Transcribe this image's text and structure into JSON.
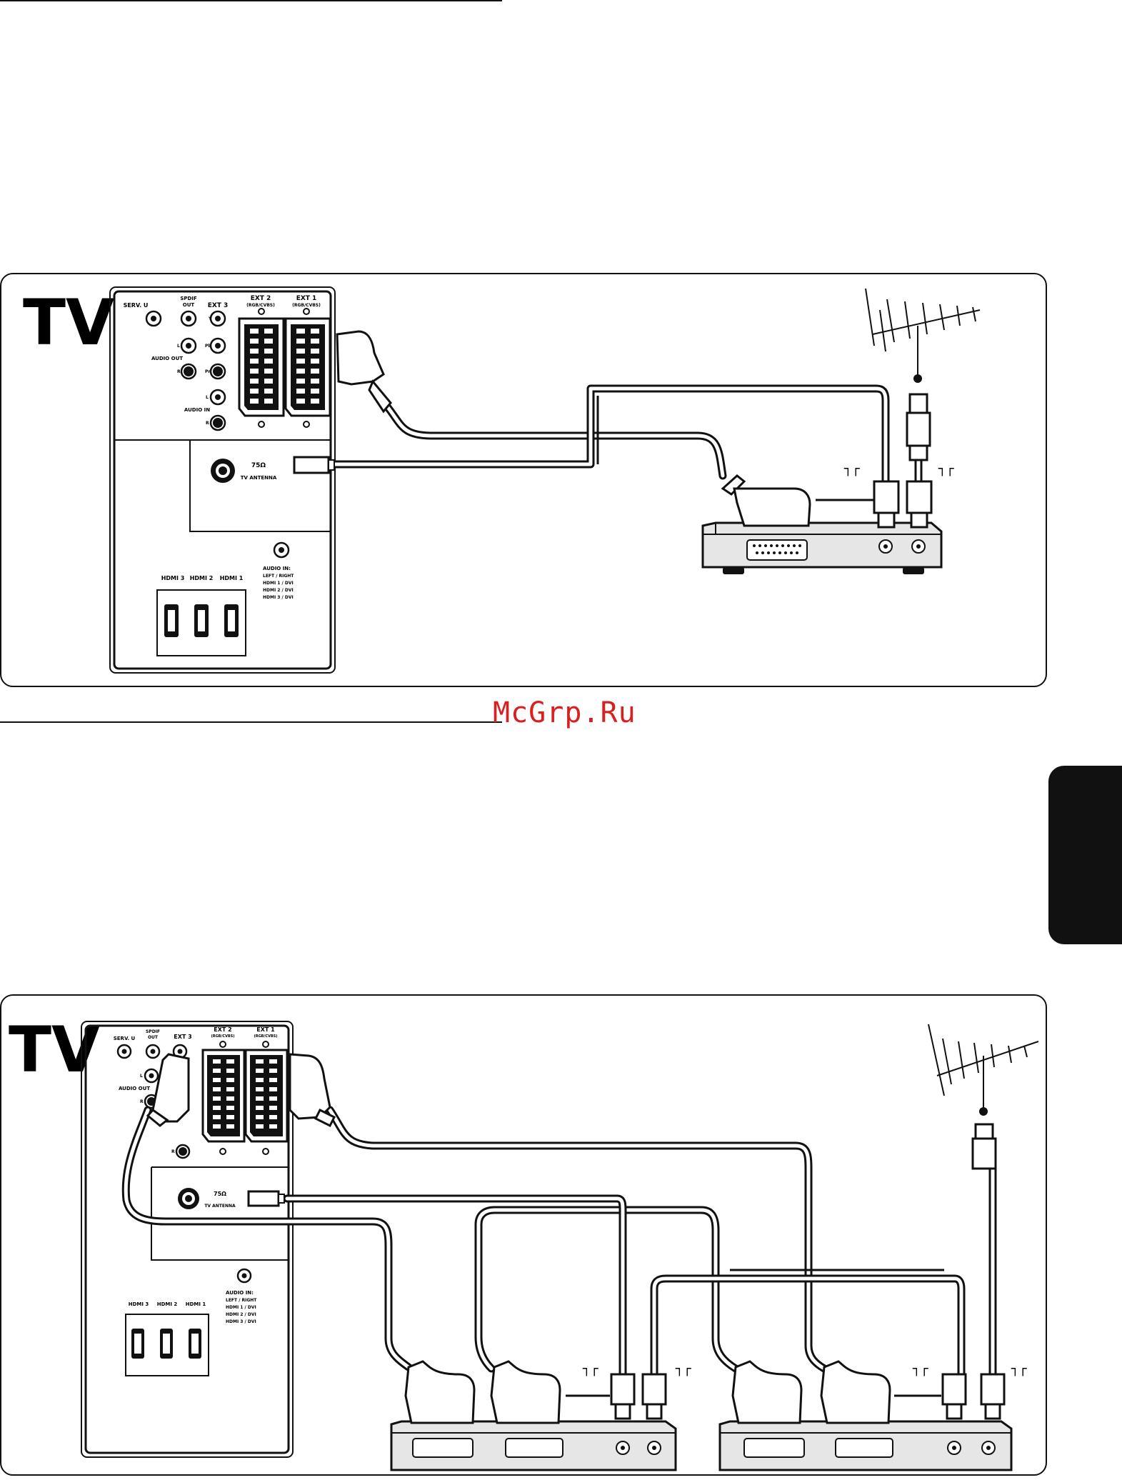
{
  "watermark": "McGrp.Ru",
  "tv_title": "TV",
  "labels": {
    "serv_u": "SERV. U",
    "spdif_1": "SPDIF",
    "spdif_2": "OUT",
    "ext3": "EXT 3",
    "ext2": "EXT 2",
    "ext2_sub": "(RGB/CVBS)",
    "ext1": "EXT 1",
    "ext1_sub": "(RGB/CVBS)",
    "y": "Y",
    "pb": "Pb",
    "pr": "Pr",
    "l": "L",
    "r": "R",
    "audio_out": "AUDIO OUT",
    "audio_in": "AUDIO IN",
    "ohm": "75Ω",
    "tv_antenna": "TV ANTENNA",
    "hdmi3": "HDMI 3",
    "hdmi2": "HDMI 2",
    "hdmi1": "HDMI 1",
    "audio_in_colon": "AUDIO IN:",
    "ai_1": "LEFT / RIGHT",
    "ai_2": "HDMI 1 / DVI",
    "ai_3": "HDMI 2 / DVI",
    "ai_4": "HDMI 3 / DVI",
    "ant_symbol": "┐┌"
  },
  "colors": {
    "ink": "#111111",
    "device_fill": "#e6e6e6",
    "watermark": "#d92020"
  }
}
